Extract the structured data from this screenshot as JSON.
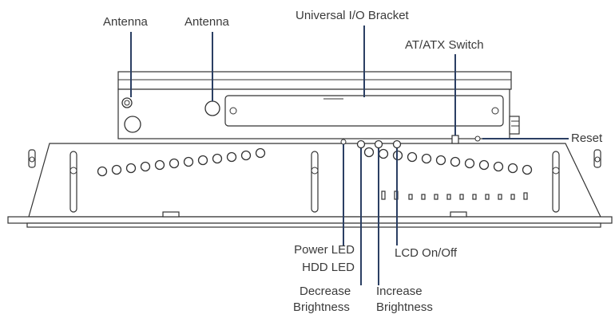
{
  "labels": {
    "antenna_1": "Antenna",
    "antenna_2": "Antenna",
    "io_bracket": "Universal I/O Bracket",
    "at_atx_switch": "AT/ATX Switch",
    "reset": "Reset",
    "power_led": "Power LED",
    "hdd_led": "HDD LED",
    "lcd_on_off": "LCD On/Off",
    "decrease_brightness_1": "Decrease",
    "decrease_brightness_2": "Brightness",
    "increase_brightness_1": "Increase",
    "increase_brightness_2": "Brightness"
  },
  "colors": {
    "callout_line": "#2b3f63",
    "label_text": "#3a3a3a",
    "outline": "#333333"
  }
}
